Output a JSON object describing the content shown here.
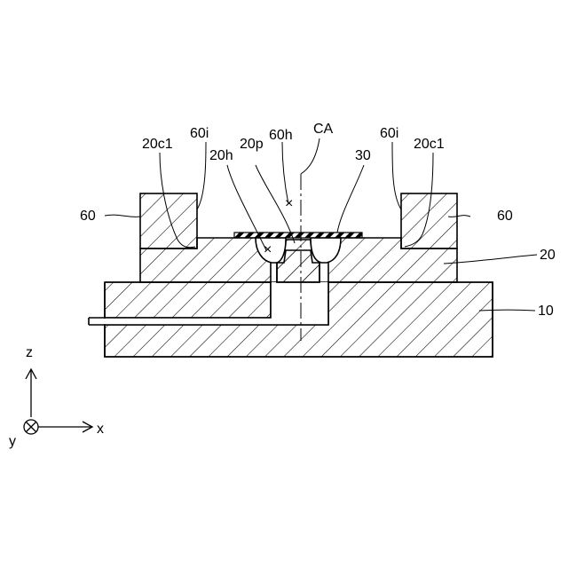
{
  "labels": {
    "ca": "CA",
    "l60h": "60h",
    "l20p": "20p",
    "l20h": "20h",
    "l60i_left": "60i",
    "l60i_right": "60i",
    "l20c1_left": "20c1",
    "l20c1_right": "20c1",
    "l30": "30",
    "l60_left": "60",
    "l60_right": "60",
    "l20": "20",
    "l10": "10"
  },
  "axes": {
    "z": "z",
    "x": "x",
    "y": "y"
  }
}
